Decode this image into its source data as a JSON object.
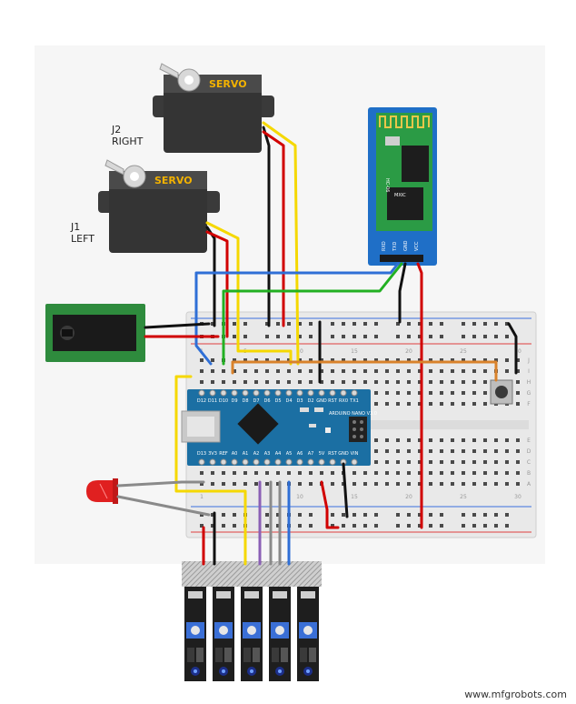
{
  "servos": {
    "right": {
      "brand": "SERVO",
      "label_line1": "J2",
      "label_line2": "RIGHT"
    },
    "left": {
      "brand": "SERVO",
      "label_line1": "J1",
      "label_line2": "LEFT"
    }
  },
  "bluetooth": {
    "model": "HC-06",
    "chip": "MXIC",
    "pins": [
      "RXD",
      "TXD",
      "GND",
      "VCC"
    ]
  },
  "arduino": {
    "name": "ARDUINO NANO V3.0",
    "top_pins": [
      "D12",
      "D11",
      "D10",
      "D9",
      "D8",
      "D7",
      "D6",
      "D5",
      "D4",
      "D3",
      "D2",
      "GND",
      "RST",
      "RX0",
      "TX1"
    ],
    "bottom_pins": [
      "D13",
      "3V3",
      "REF",
      "A0",
      "A1",
      "A2",
      "A3",
      "A4",
      "A5",
      "A6",
      "A7",
      "5V",
      "RST",
      "GND",
      "VIN"
    ]
  },
  "breadboard": {
    "row_letters_right": [
      "J",
      "I",
      "H",
      "G",
      "F",
      "E",
      "D",
      "C",
      "B",
      "A"
    ],
    "column_numbers": [
      "1",
      "5",
      "10",
      "15",
      "20",
      "25",
      "30"
    ]
  },
  "watermark": "www.mfgrobots.com",
  "colors": {
    "wire_red": "#d10000",
    "wire_black": "#111111",
    "wire_yellow": "#f5d800",
    "wire_blue": "#2f6fd6",
    "wire_green": "#22b022",
    "wire_orange": "#d9822b",
    "wire_purple": "#8a5fb5",
    "wire_gray": "#8a8a8a",
    "arduino_blue": "#1b6fa3",
    "bt_blue": "#1f6fc7",
    "pcb_green": "#2e8b3d",
    "servo_body": "#3a3a3a",
    "led_red": "#e02020"
  }
}
